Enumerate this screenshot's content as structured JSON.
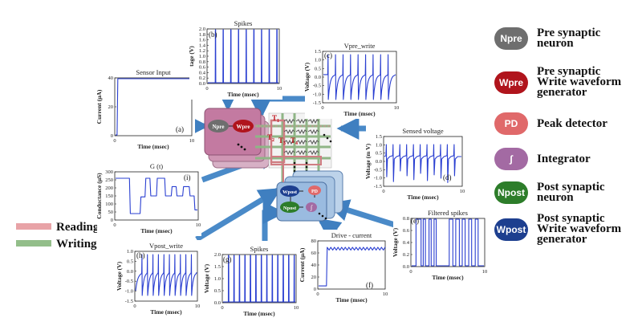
{
  "legend_colors": {
    "reading": "#e8a3a7",
    "writing": "#93be8a"
  },
  "legend": {
    "reading": "Reading",
    "writing": "Writing"
  },
  "key": [
    {
      "badge": "Npre",
      "text": [
        "Pre synaptic",
        "neuron"
      ],
      "color": "#6e6e6e"
    },
    {
      "badge": "Wpre",
      "text": [
        "Pre synaptic",
        "Write waveform",
        "generator"
      ],
      "color": "#b0141c"
    },
    {
      "badge": "PD",
      "text": [
        "Peak detector"
      ],
      "color": "#e0696a"
    },
    {
      "badge": "∫",
      "text": [
        "Integrator"
      ],
      "color": "#a36aa3"
    },
    {
      "badge": "Npost",
      "text": [
        "Post synaptic",
        "neuron"
      ],
      "color": "#2d7d2a"
    },
    {
      "badge": "Wpost",
      "text": [
        "Post synaptic",
        "Write waveform",
        "generator"
      ],
      "color": "#1d3f8f"
    }
  ],
  "labels": {
    "npre": "Npre",
    "wpre": "Wpre",
    "wpost": "Wpost",
    "npost": "Npost",
    "pd": "PD",
    "int": "∫",
    "t1": "T",
    "t1s": "1",
    "t2": "T",
    "t2s": "2",
    "t3": "T",
    "t3s": "3",
    "t4": "T",
    "t4s": "4"
  },
  "plots": {
    "sensor": {
      "title": "Sensor Input",
      "xlabel": "Time (msec)",
      "ylabel": "Current (μA)",
      "tag": "(a)",
      "yt": [
        "40",
        "20",
        "0"
      ],
      "xt": [
        "0",
        "10"
      ]
    },
    "spikes_b": {
      "title": "Spikes",
      "xlabel": "Time (msec)",
      "ylabel": "tage (V)",
      "tag": "(b)",
      "yt": [
        "2.0",
        "1.8",
        "1.6",
        "1.4",
        "1.2",
        "1.0",
        "0.8",
        "0.6",
        "0.4",
        "0.2",
        "0.0"
      ],
      "xt": [
        "0",
        "10"
      ]
    },
    "vpre": {
      "title": "Vpre_write",
      "xlabel": "Time (msec)",
      "ylabel": "Voltage (V)",
      "tag": "(c)",
      "yt": [
        "1.5",
        "1.0",
        "0.5",
        "0.0",
        "-0.5",
        "-1.0",
        "-1.5"
      ],
      "xt": [
        "0",
        "10"
      ]
    },
    "sensed": {
      "title": "Sensed voltage",
      "xlabel": "Time (msec)",
      "ylabel": "Voltage (m V)",
      "tag": "(d)",
      "yt": [
        "1.5",
        "1.0",
        "0.5",
        "0.0",
        "-0.5",
        "-1.0",
        "-1.5"
      ],
      "xt": [
        "0",
        "10"
      ]
    },
    "filtered": {
      "title": "Filtered spikes",
      "xlabel": "Time (msec)",
      "ylabel": "Voltage (V)",
      "tag": "(e)",
      "yt": [
        "0.8",
        "0.6",
        "0.4",
        "0.2",
        "0.0"
      ],
      "xt": [
        "0",
        "10"
      ]
    },
    "drive": {
      "title": "Drive - current",
      "xlabel": "Time (msec)",
      "ylabel": "Current (μA)",
      "tag": "(f)",
      "yt": [
        "80",
        "60",
        "40",
        "20",
        "0"
      ],
      "xt": [
        "0",
        "10"
      ]
    },
    "spikes_g": {
      "title": "Spikes",
      "xlabel": "Time (msec)",
      "ylabel": "Voltage (V)",
      "tag": "(g)",
      "yt": [
        "2.0",
        "1.5",
        "1.0",
        "0.5",
        "0.0"
      ],
      "xt": [
        "0",
        "10"
      ]
    },
    "vpost": {
      "title": "Vpost_write",
      "xlabel": "Time (msec)",
      "ylabel": "Voltage (V)",
      "tag": "(h)",
      "yt": [
        "1.0",
        "0.5",
        "0.0",
        "-0.5",
        "-1.0",
        "-1.5"
      ],
      "xt": [
        "0",
        "10"
      ]
    },
    "gt": {
      "title": "G (t)",
      "xlabel": "Time (msec)",
      "ylabel": "Conductance (μS)",
      "tag": "(i)",
      "yt": [
        "300",
        "250",
        "200",
        "150",
        "100",
        "50",
        "0"
      ],
      "xt": [
        "0",
        "10"
      ]
    }
  }
}
